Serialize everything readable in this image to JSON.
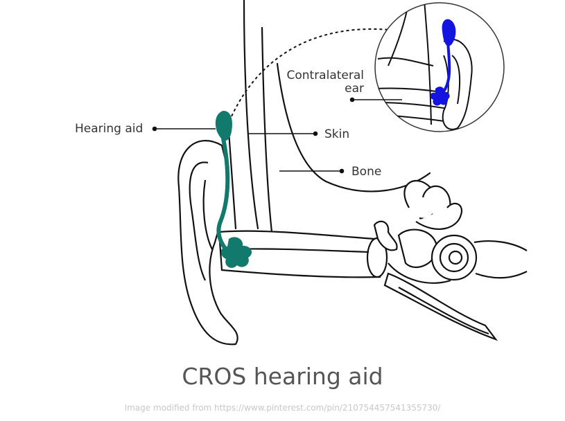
{
  "labels": {
    "hearing_aid": "Hearing aid",
    "skin": "Skin",
    "bone": "Bone",
    "contralateral_line1": "Contralateral",
    "contralateral_line2": "ear"
  },
  "title": "CROS hearing aid",
  "credit": "Image modified from https://www.pinterest.com/pin/210754457541355730/",
  "colors": {
    "hearing_aid_main": "#117a6c",
    "hearing_aid_contralateral": "#1414e0",
    "outline": "#111111"
  }
}
